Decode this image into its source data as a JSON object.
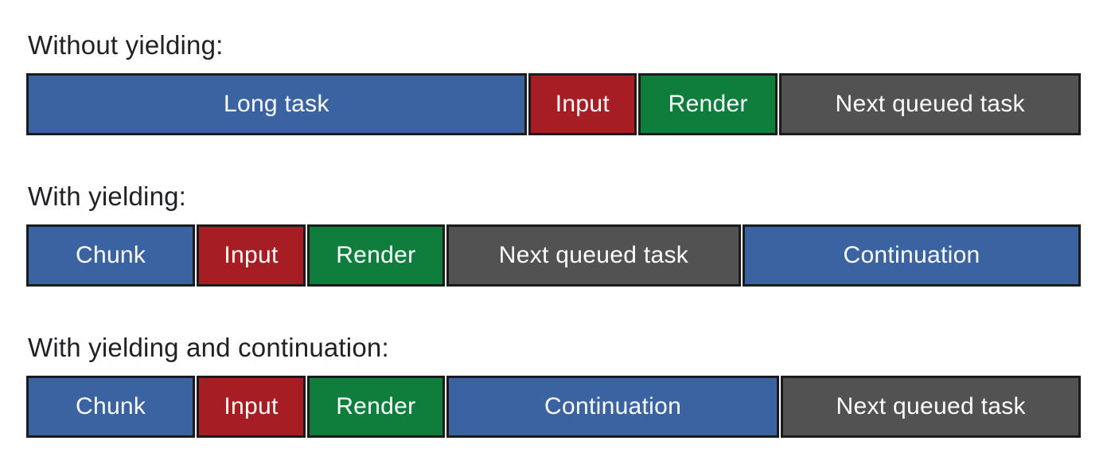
{
  "page": {
    "background": "#ffffff",
    "heading_color": "#202124",
    "segment_text_color": "#ffffff",
    "segment_border_color": "#1b1b1b"
  },
  "colors": {
    "blue": "#3b63a2",
    "red": "#a61e23",
    "green": "#0f7e3d",
    "gray": "#525252"
  },
  "sections": [
    {
      "label": "Without yielding:",
      "segments": [
        {
          "text": "Long task",
          "color": "blue",
          "width_pct": 47.8
        },
        {
          "text": "Input",
          "color": "red",
          "width_pct": 10.0
        },
        {
          "text": "Render",
          "color": "green",
          "width_pct": 13.0
        },
        {
          "text": "Next queued task",
          "color": "gray",
          "width_pct": 28.6
        }
      ]
    },
    {
      "label": "With yielding:",
      "segments": [
        {
          "text": "Chunk",
          "color": "blue",
          "width_pct": 15.8
        },
        {
          "text": "Input",
          "color": "red",
          "width_pct": 10.0
        },
        {
          "text": "Render",
          "color": "green",
          "width_pct": 12.8
        },
        {
          "text": "Next queued task",
          "color": "gray",
          "width_pct": 27.9
        },
        {
          "text": "Continuation",
          "color": "blue",
          "width_pct": 32.1
        }
      ]
    },
    {
      "label": "With yielding and continuation:",
      "segments": [
        {
          "text": "Chunk",
          "color": "blue",
          "width_pct": 15.8
        },
        {
          "text": "Input",
          "color": "red",
          "width_pct": 10.0
        },
        {
          "text": "Render",
          "color": "green",
          "width_pct": 12.8
        },
        {
          "text": "Continuation",
          "color": "blue",
          "width_pct": 31.6
        },
        {
          "text": "Next queued task",
          "color": "gray",
          "width_pct": 28.4
        }
      ]
    }
  ]
}
